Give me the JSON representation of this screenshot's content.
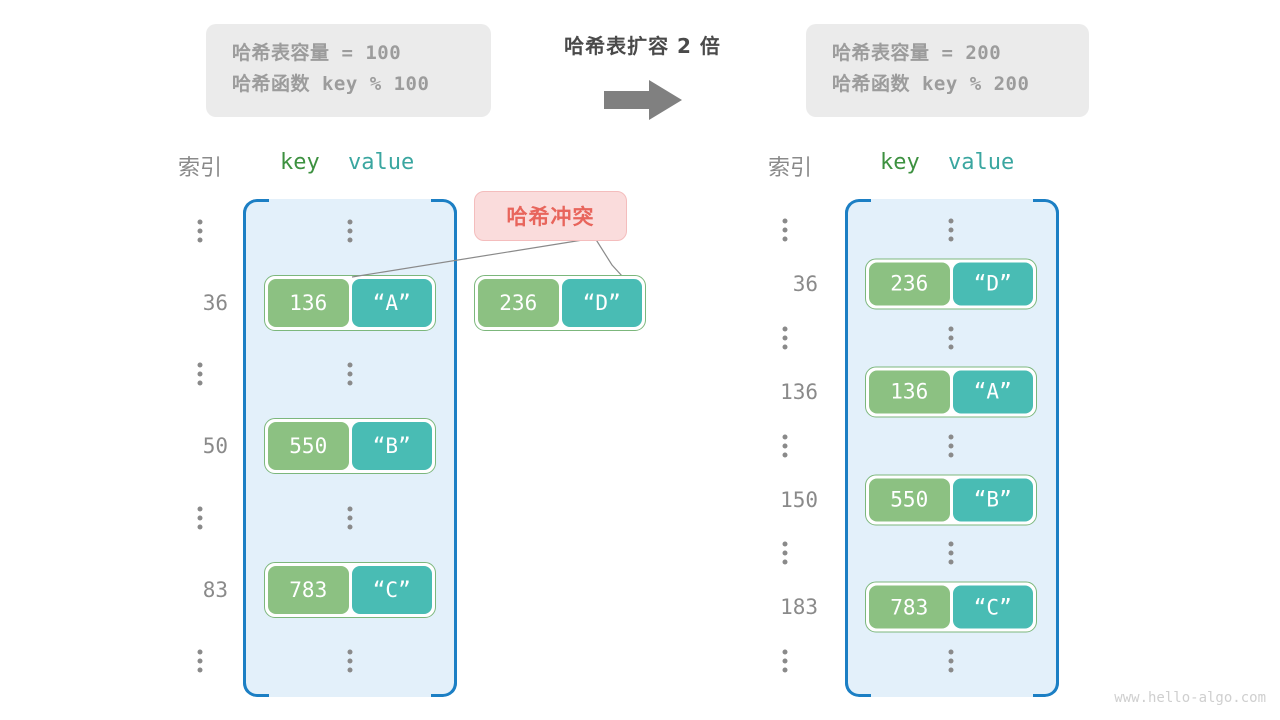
{
  "diagram": {
    "title": "哈希表扩容 2 倍",
    "watermark": "www.hello-algo.com",
    "arrow_icon": "right-arrow-icon",
    "colors": {
      "key_cell": "#8cc182",
      "value_cell": "#49bcb4",
      "table_fill": "#e3f0fa",
      "table_border": "#1c7fc4",
      "callout_fill": "#fadcdc",
      "callout_text": "#e8655c",
      "info_box_fill": "#ebebeb",
      "info_box_text": "#9c9c9c",
      "arrow": "#808080"
    }
  },
  "info_left": {
    "line1": "哈希表容量 = 100",
    "line2": "哈希函数 key % 100"
  },
  "info_right": {
    "line1": "哈希表容量 = 200",
    "line2": "哈希函数 key % 200"
  },
  "headers": {
    "index": "索引",
    "key": "key",
    "value": "value"
  },
  "callout": {
    "label": "哈希冲突"
  },
  "left_table": {
    "rows": [
      {
        "index": "⋮",
        "type": "dots"
      },
      {
        "index": "36",
        "type": "entry",
        "key": "136",
        "value": "“A”"
      },
      {
        "index": "⋮",
        "type": "dots"
      },
      {
        "index": "50",
        "type": "entry",
        "key": "550",
        "value": "“B”"
      },
      {
        "index": "⋮",
        "type": "dots"
      },
      {
        "index": "83",
        "type": "entry",
        "key": "783",
        "value": "“C”"
      },
      {
        "index": "⋮",
        "type": "dots"
      }
    ]
  },
  "colliding_entry": {
    "key": "236",
    "value": "“D”"
  },
  "right_table": {
    "rows": [
      {
        "index": "⋮",
        "type": "dots"
      },
      {
        "index": "36",
        "type": "entry",
        "key": "236",
        "value": "“D”"
      },
      {
        "index": "⋮",
        "type": "dots"
      },
      {
        "index": "136",
        "type": "entry",
        "key": "136",
        "value": "“A”"
      },
      {
        "index": "⋮",
        "type": "dots"
      },
      {
        "index": "150",
        "type": "entry",
        "key": "550",
        "value": "“B”"
      },
      {
        "index": "⋮",
        "type": "dots"
      },
      {
        "index": "183",
        "type": "entry",
        "key": "783",
        "value": "“C”"
      },
      {
        "index": "⋮",
        "type": "dots"
      }
    ]
  }
}
